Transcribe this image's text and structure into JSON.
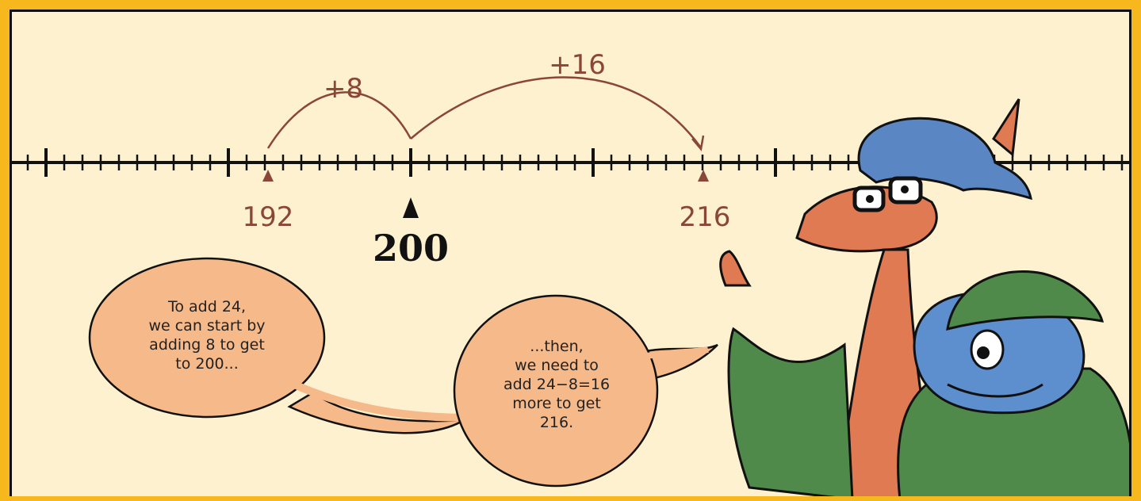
{
  "number_line": {
    "jump_small_label": "+8",
    "jump_large_label": "+16",
    "start_label": "192",
    "anchor_label": "200",
    "end_label": "216"
  },
  "bubbles": {
    "left": "To add 24,\nwe can start by\nadding 8 to get\nto 200...",
    "right": "...then,\nwe need to\nadd 24−8=16\nmore to get\n216."
  },
  "colors": {
    "frame": "#f6b81d",
    "background": "#fdf1cf",
    "annotation": "#8a4636",
    "bubble": "#f5b98a",
    "dragon": "#e07a52",
    "dragon_hair": "#5b86c4",
    "monster": "#5d8fcf",
    "uniform": "#4f8a4a"
  }
}
